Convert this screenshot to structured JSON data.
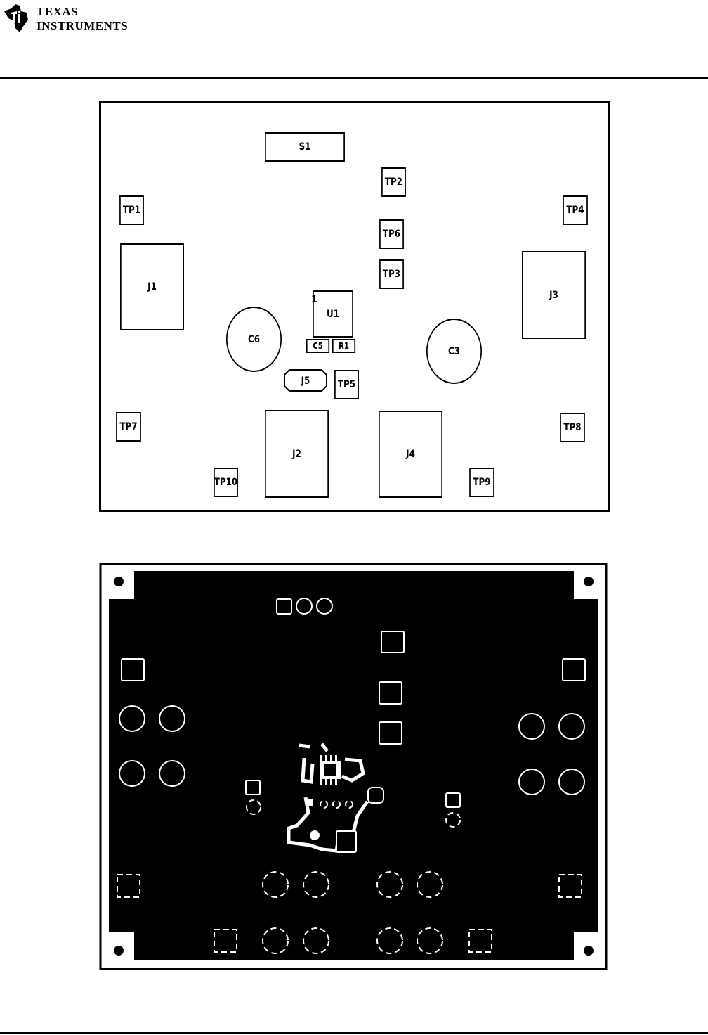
{
  "header": {
    "logo_line1": "Texas",
    "logo_line2": "Instruments"
  },
  "silkscreen": {
    "components": {
      "s1": "S1",
      "tp1": "TP1",
      "tp2": "TP2",
      "tp3": "TP3",
      "tp4": "TP4",
      "tp5": "TP5",
      "tp6": "TP6",
      "tp7": "TP7",
      "tp8": "TP8",
      "tp9": "TP9",
      "tp10": "TP10",
      "j1": "J1",
      "j2": "J2",
      "j3": "J3",
      "j4": "J4",
      "j5": "J5",
      "u1": "U1",
      "u1_pin": "1",
      "c3": "C3",
      "c5": "C5",
      "c6": "C6",
      "r1": "R1"
    }
  },
  "colors": {
    "ink": "#000000",
    "paper": "#ffffff"
  }
}
